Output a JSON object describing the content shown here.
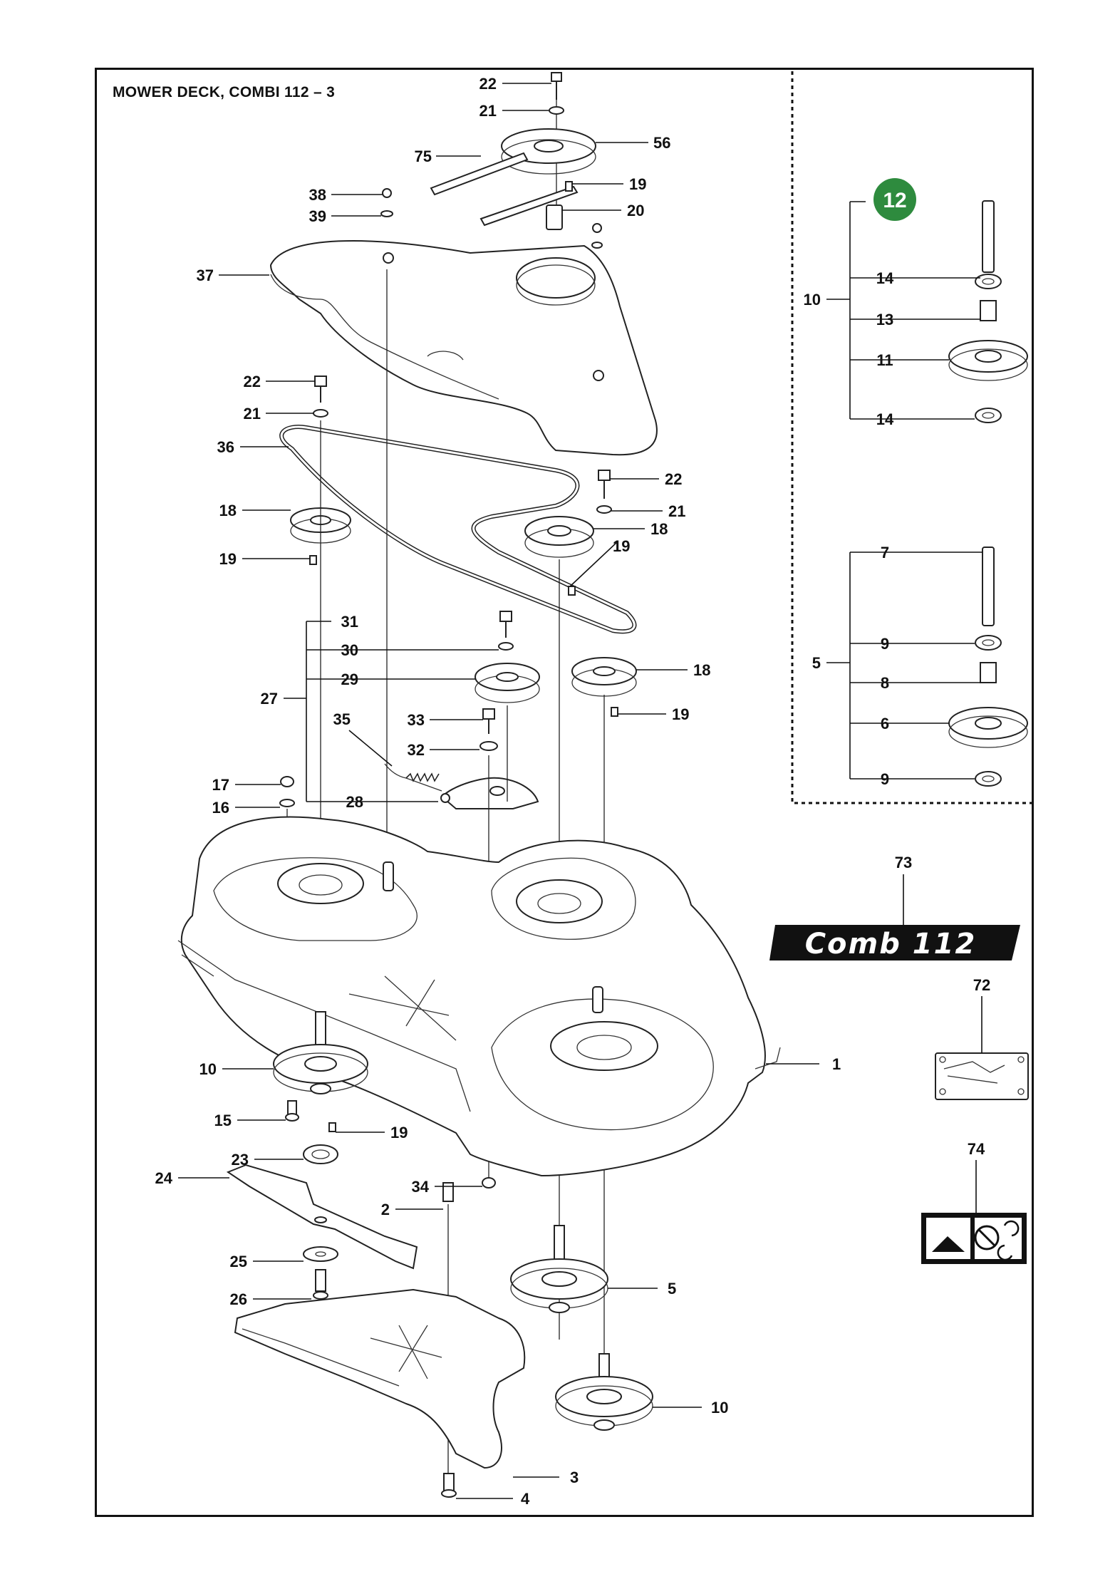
{
  "title": "MOWER DECK, COMBI 112 – 3",
  "highlight_label": "12",
  "highlight_color": "#2e8b3e",
  "decal_text": "Comb 112",
  "callouts": {
    "c22a": "22",
    "c21a": "21",
    "c75": "75",
    "c56": "56",
    "c19a": "19",
    "c38": "38",
    "c39": "39",
    "c20": "20",
    "c37": "37",
    "c22b": "22",
    "c21b": "21",
    "c36": "36",
    "c22c": "22",
    "c21c": "21",
    "c18a": "18",
    "c18b": "18",
    "c19b": "19",
    "c19c": "19",
    "c31": "31",
    "c30": "30",
    "c29": "29",
    "c27": "27",
    "c18c": "18",
    "c19d": "19",
    "c35": "35",
    "c33": "33",
    "c32": "32",
    "c17": "17",
    "c16": "16",
    "c28": "28",
    "c1": "1",
    "c10a": "10",
    "c15": "15",
    "c19e": "19",
    "c23": "23",
    "c24": "24",
    "c34": "34",
    "c2": "2",
    "c25": "25",
    "c26": "26",
    "c5a": "5",
    "c10b": "10",
    "c3": "3",
    "c4": "4",
    "c10c": "10",
    "c14a": "14",
    "c13": "13",
    "c11": "11",
    "c14b": "14",
    "c7": "7",
    "c5b": "5",
    "c9a": "9",
    "c8": "8",
    "c6": "6",
    "c9b": "9",
    "c73": "73",
    "c72": "72",
    "c74": "74"
  }
}
